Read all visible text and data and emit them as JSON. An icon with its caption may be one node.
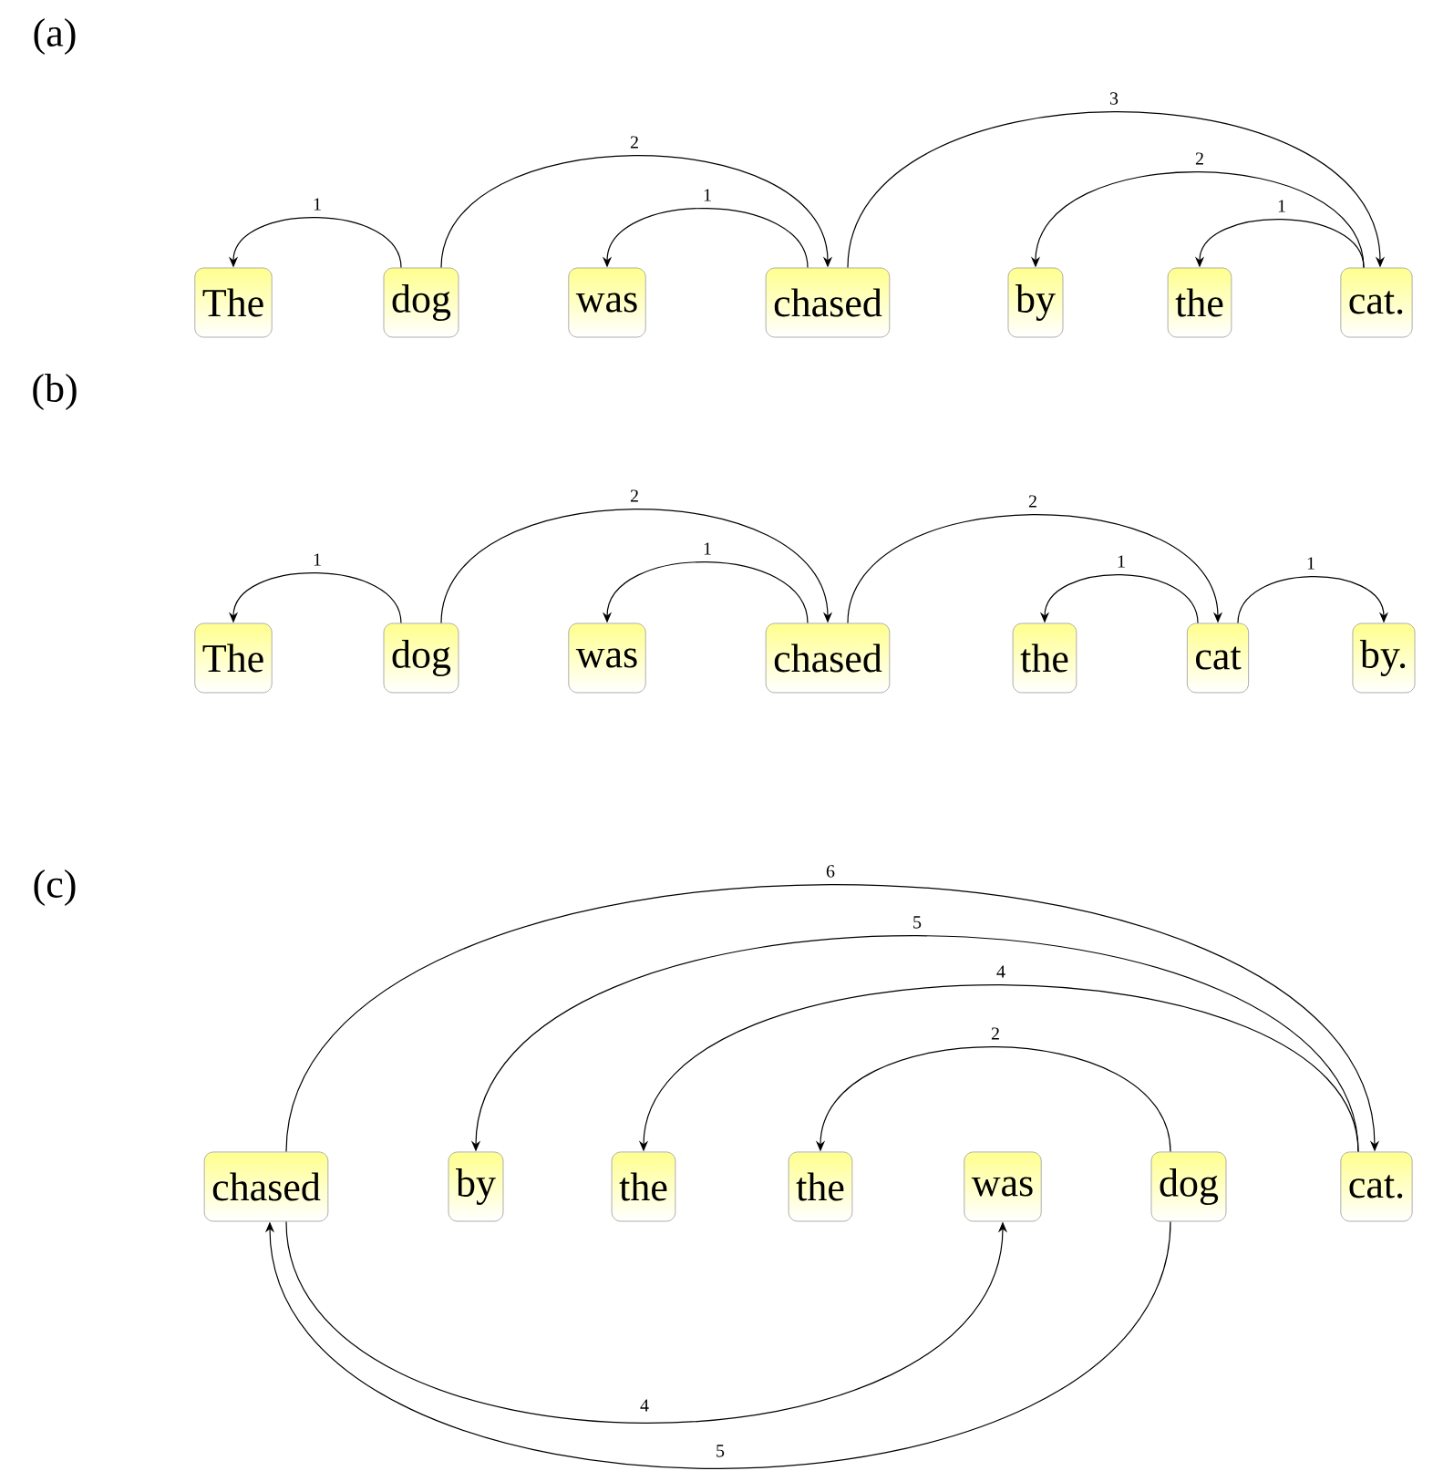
{
  "diagram": {
    "nodes": [
      {
        "text": [
          "The"
        ]
      },
      {
        "text": [
          "dog"
        ]
      },
      {
        "text": [
          "was"
        ]
      },
      {
        "text": [
          "chased"
        ]
      },
      {
        "text": [
          "by"
        ]
      },
      {
        "text": [
          "the"
        ]
      },
      {
        "text": [
          "cat."
        ]
      },
      {
        "text": [
          "The"
        ]
      },
      {
        "text": [
          "dog"
        ]
      },
      {
        "text": [
          "was"
        ]
      },
      {
        "text": [
          "chased"
        ]
      },
      {
        "text": [
          "the"
        ]
      },
      {
        "text": [
          "cat"
        ]
      },
      {
        "text": [
          "by."
        ]
      },
      {
        "text": [
          "chased"
        ]
      },
      {
        "text": [
          "by"
        ]
      },
      {
        "text": [
          "the"
        ]
      },
      {
        "text": [
          "the"
        ]
      },
      {
        "text": [
          "was"
        ]
      },
      {
        "text": [
          "dog"
        ]
      },
      {
        "text": [
          "cat."
        ]
      }
    ],
    "edges": [
      {
        "from": 1,
        "to": 0,
        "arrow": "to",
        "label": "1"
      },
      {
        "from": 1,
        "to": 3,
        "arrow": "to",
        "label": "2"
      },
      {
        "from": 3,
        "to": 2,
        "arrow": "to",
        "label": "1"
      },
      {
        "from": 3,
        "to": 6,
        "arrow": "to",
        "label": "3"
      },
      {
        "from": 6,
        "to": 4,
        "arrow": "to",
        "label": "2"
      },
      {
        "from": 6,
        "to": 5,
        "arrow": "to",
        "label": "1"
      },
      {
        "from": 8,
        "to": 7,
        "arrow": "to",
        "label": "1"
      },
      {
        "from": 8,
        "to": 10,
        "arrow": "to",
        "label": "2"
      },
      {
        "from": 10,
        "to": 9,
        "arrow": "to",
        "label": "1"
      },
      {
        "from": 10,
        "to": 12,
        "arrow": "to",
        "label": "2"
      },
      {
        "from": 12,
        "to": 11,
        "arrow": "to",
        "label": "1"
      },
      {
        "from": 12,
        "to": 13,
        "arrow": "to",
        "label": "1"
      },
      {
        "from": 14,
        "to": 20,
        "arrow": "to",
        "label": "6"
      },
      {
        "from": 20,
        "to": 15,
        "arrow": "to",
        "label": "5"
      },
      {
        "from": 20,
        "to": 16,
        "arrow": "to",
        "label": "4"
      },
      {
        "from": 19,
        "to": 17,
        "arrow": "to",
        "label": "2"
      },
      {
        "from": 14,
        "to": 18,
        "arrow": "to",
        "label": "4"
      },
      {
        "from": 19,
        "to": 14,
        "arrow": "to",
        "label": "5"
      }
    ],
    "labels": [
      "(a)",
      "(b)",
      "(c)"
    ]
  }
}
